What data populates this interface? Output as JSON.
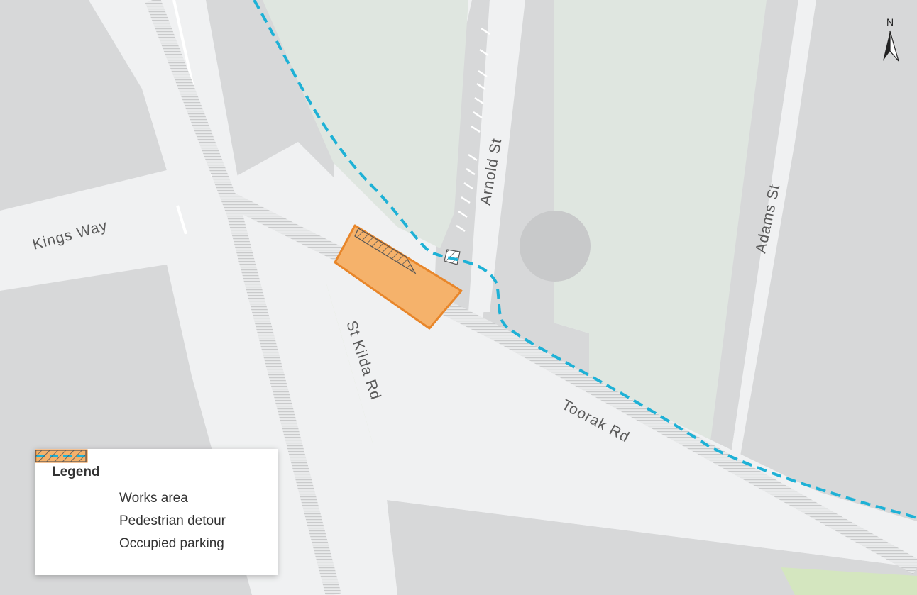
{
  "map": {
    "streets": {
      "kings_way": "Kings Way",
      "arnold_st": "Arnold St",
      "adams_st": "Adams St",
      "st_kilda_rd": "St Kilda Rd",
      "toorak_rd": "Toorak Rd"
    },
    "north_label": "N",
    "colors": {
      "road": "#f0f1f2",
      "block": "#d7d8d9",
      "park": "#dfe6e0",
      "grass": "#d4e6bf",
      "works": "#f5b26b",
      "works_border": "#e8862a",
      "detour": "#1eb1d6"
    }
  },
  "legend": {
    "title": "Legend",
    "items": [
      {
        "label": "Works area",
        "symbol": "orange-filled-rectangle"
      },
      {
        "label": "Pedestrian detour",
        "symbol": "blue-dashed-line"
      },
      {
        "label": "Occupied parking",
        "symbol": "hatched-rectangle"
      }
    ]
  }
}
